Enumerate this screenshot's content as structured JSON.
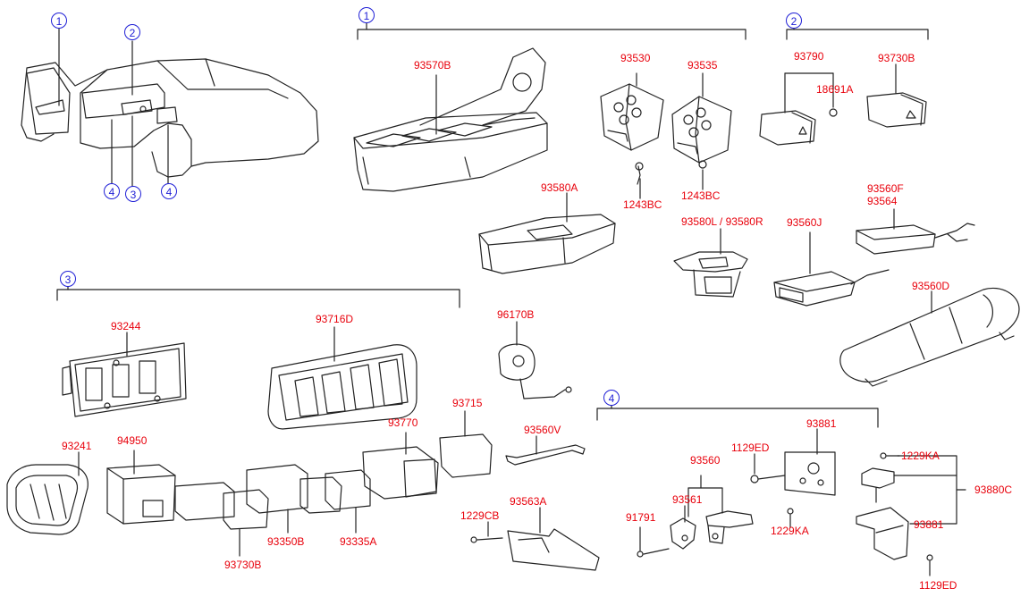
{
  "colors": {
    "part_number": "#e8000b",
    "callout": "#1f1fd6",
    "line": "#222222"
  },
  "callouts": {
    "car_1": "1",
    "car_2": "2",
    "car_3": "3",
    "car_4a": "4",
    "car_4b": "4",
    "group_1": "1",
    "group_2": "2",
    "group_3": "3",
    "group_4": "4"
  },
  "parts": {
    "p93570B": "93570B",
    "p93530": "93530",
    "p93535": "93535",
    "p1243BC_a": "1243BC",
    "p1243BC_b": "1243BC",
    "p93580A": "93580A",
    "p93580LR": "93580L / 93580R",
    "p93790": "93790",
    "p18691A": "18691A",
    "p93730B_top": "93730B",
    "p93560F": "93560F",
    "p93564": "93564",
    "p93560J": "93560J",
    "p93560D": "93560D",
    "p93244": "93244",
    "p93716D": "93716D",
    "p96170B": "96170B",
    "p93241": "93241",
    "p94950": "94950",
    "p93770": "93770",
    "p93715": "93715",
    "p93560V": "93560V",
    "p93730B_bot": "93730B",
    "p93350B": "93350B",
    "p93335A": "93335A",
    "p93563A": "93563A",
    "p1229CB": "1229CB",
    "p93560": "93560",
    "p93561": "93561",
    "p91791": "91791",
    "p1129ED_a": "1129ED",
    "p93881_a": "93881",
    "p1229KA_a": "1229KA",
    "p1229KA_b": "1229KA",
    "p93880C": "93880C",
    "p93881_b": "93881",
    "p1129ED_b": "1129ED"
  }
}
